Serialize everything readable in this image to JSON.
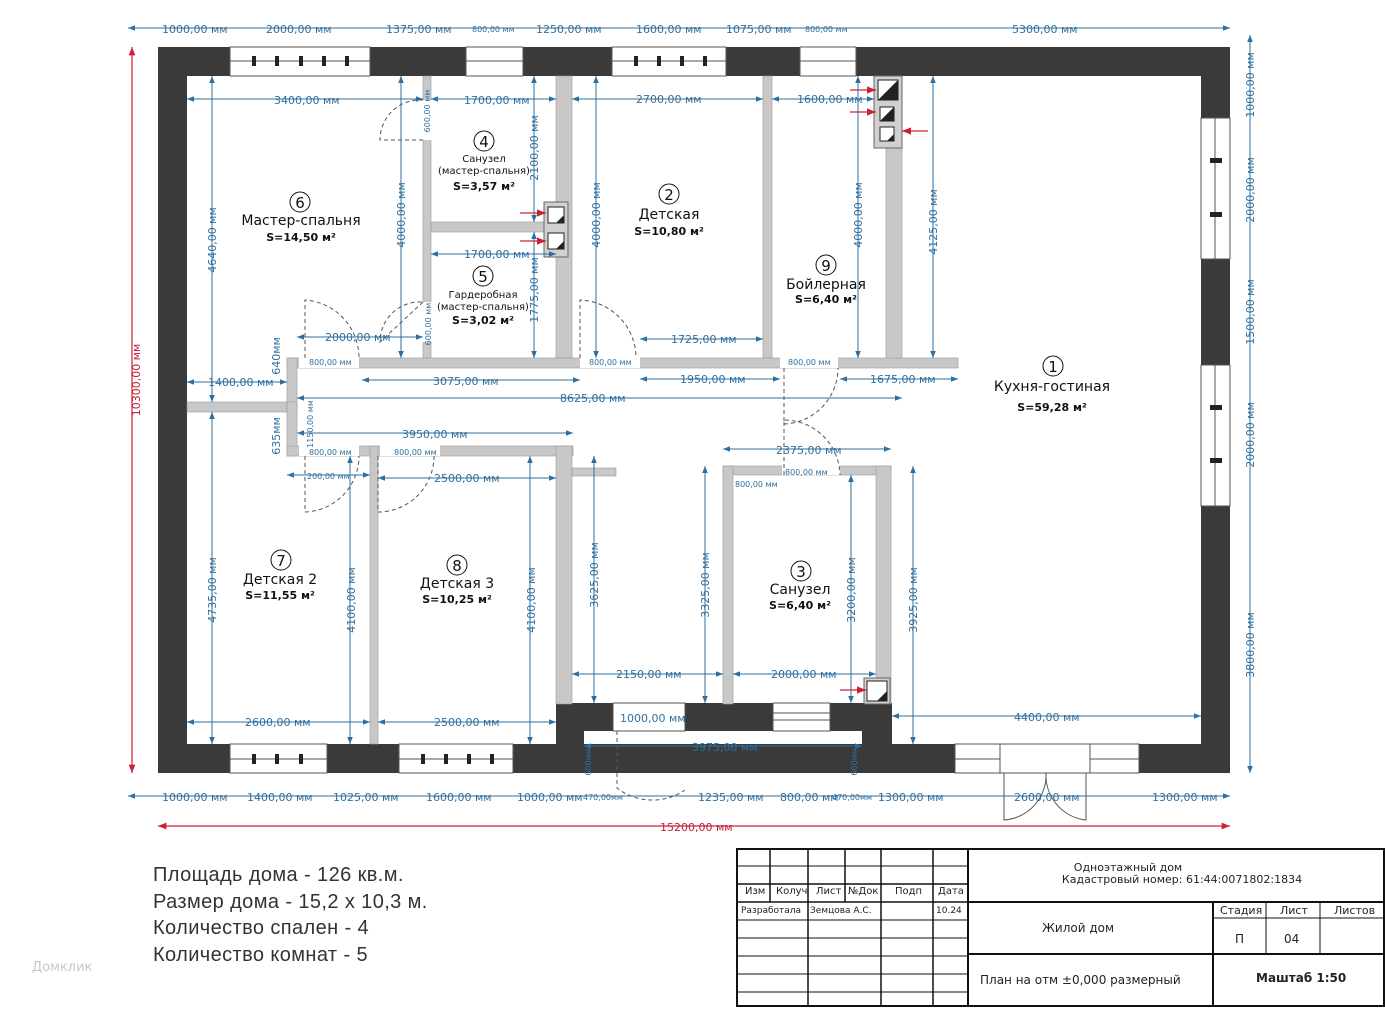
{
  "rooms": [
    {
      "num": "1",
      "name": "Кухня-гостиная",
      "area": "S=59,28 м²"
    },
    {
      "num": "2",
      "name": "Детская",
      "area": "S=10,80 м²"
    },
    {
      "num": "3",
      "name": "Санузел",
      "area": "S=6,40 м²"
    },
    {
      "num": "4",
      "name": "Санузел",
      "name2": "(мастер-спальня)",
      "area": "S=3,57 м²"
    },
    {
      "num": "5",
      "name": "Гардеробная",
      "name2": "(мастер-спальня)",
      "area": "S=3,02 м²"
    },
    {
      "num": "6",
      "name": "Мастер-спальня",
      "area": "S=14,50 м²"
    },
    {
      "num": "7",
      "name": "Детская 2",
      "area": "S=11,55 м²"
    },
    {
      "num": "8",
      "name": "Детская 3",
      "area": "S=10,25 м²"
    },
    {
      "num": "9",
      "name": "Бойлерная",
      "area": "S=6,40 м²"
    }
  ],
  "top_dims": [
    "1000,00 мм",
    "2000,00 мм",
    "1375,00 мм",
    "800,00 мм",
    "1250,00 мм",
    "1600,00 мм",
    "1075,00 мм",
    "800,00 мм",
    "5300,00 мм"
  ],
  "bottom_dims": [
    "1000,00 мм",
    "1400,00 мм",
    "1025,00 мм",
    "1600,00 мм",
    "1000,00 мм",
    "470,00мм",
    "1235,00 мм",
    "800,00 мм",
    "470,00мм",
    "1300,00 мм",
    "2600,00 мм",
    "1300,00 мм"
  ],
  "total_width": "15200,00 мм",
  "total_height": "10300,00 мм",
  "right_dims": [
    "1000,00 мм",
    "2000,00 мм",
    "1500,00 мм",
    "2000,00 мм",
    "3800,00 мм"
  ],
  "inner_dims": {
    "d3400": "3400,00 мм",
    "d1700a": "1700,00 мм",
    "d2700": "2700,00 мм",
    "d1600": "1600,00 мм",
    "d1700b": "1700,00 мм",
    "d2000": "2000,00 мм",
    "d1725": "1725,00 мм",
    "d800a": "800,00 мм",
    "d800b": "800,00 мм",
    "d800c": "800,00 мм",
    "d1400": "1400,00 мм",
    "d3075": "3075,00 мм",
    "d1950": "1950,00 мм",
    "d1675": "1675,00 мм",
    "d8625": "8625,00 мм",
    "d3950": "3950,00 мм",
    "d2375": "2375,00 мм",
    "d800d": "800,00 мм",
    "d800e": "800,00 мм",
    "d800f": "800,00 мм",
    "d800g": "800,00 мм",
    "d200": "200,00 мм",
    "d2500a": "2500,00 мм",
    "d2150": "2150,00 мм",
    "d2000b": "2000,00 мм",
    "d2600": "2600,00 мм",
    "d2500b": "2500,00 мм",
    "d1000": "1000,00 мм",
    "d3975": "3975,00 мм",
    "d4400": "4400,00 мм",
    "v4640": "4640,00 мм",
    "v4000a": "4000,00 мм",
    "v2100": "2100,00 мм",
    "v4000b": "4000,00 мм",
    "v4000c": "4000,00 мм",
    "v4125": "4125,00 мм",
    "v1775": "1775,00 мм",
    "v600a": "600,00 мм",
    "v600b": "600,00 мм",
    "v640": "640мм",
    "v635": "635мм",
    "v1150": "1150,00 мм",
    "v4735": "4735,00 мм",
    "v4100a": "4100,00 мм",
    "v4100b": "4100,00 мм",
    "v3625": "3625,00 мм",
    "v3325": "3325,00 мм",
    "v3200": "3200,00 мм",
    "v3925": "3925,00 мм",
    "v600c": "600мм",
    "v600d": "600мм"
  },
  "summary": [
    "Площадь дома - 126 кв.м.",
    "Размер дома - 15,2 х 10,3 м.",
    "Количество спален - 4",
    "Количество комнат - 5"
  ],
  "stamp": {
    "project_title": "Одноэтажный дом",
    "cadastral": "Кадастровый номер: 61:44:0071802:1834",
    "col_izm": "Изм",
    "col_koluch": "Колуч",
    "col_list": "Лист",
    "col_ndok": "№Док",
    "col_podp": "Подп",
    "col_data": "Дата",
    "razrab_label": "Разработала",
    "razrab_name": "Земцова А.С.",
    "razrab_date": "10.24",
    "object": "Жилой дом",
    "stage_h": "Стадия",
    "list_h": "Лист",
    "listov_h": "Листов",
    "stage": "П",
    "list": "04",
    "sheet_title": "План на отм ±0,000 размерный",
    "scale": "Маштаб 1:50"
  },
  "watermark": "Домклик"
}
